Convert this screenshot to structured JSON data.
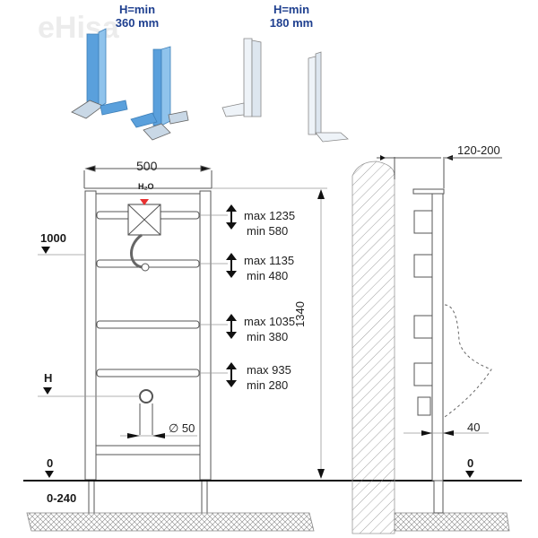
{
  "watermark": "eHisa",
  "top_variants": [
    {
      "label_line1": "H=min",
      "label_line2": "360 mm",
      "color": "#5aa0dc"
    },
    {
      "label_line1": "H=min",
      "label_line2": "180 mm",
      "color": "#e8eef5"
    }
  ],
  "front_view": {
    "width_dim": "500",
    "water_label": "H₂O",
    "water_marker_color": "#e83030",
    "level_1000": "1000",
    "level_H": "H",
    "level_0": "0",
    "foot_range": "0-240",
    "pipe_dim": "∅ 50",
    "height_dim": "1340",
    "adjust_ranges": [
      {
        "max": "max 1235",
        "min": "min 580"
      },
      {
        "max": "max 1135",
        "min": "min 480"
      },
      {
        "max": "max 1035",
        "min": "min 380"
      },
      {
        "max": "max 935",
        "min": "min 280"
      }
    ]
  },
  "side_view": {
    "depth_dim": "120-200",
    "frame_dim": "40",
    "level_0": "0"
  }
}
